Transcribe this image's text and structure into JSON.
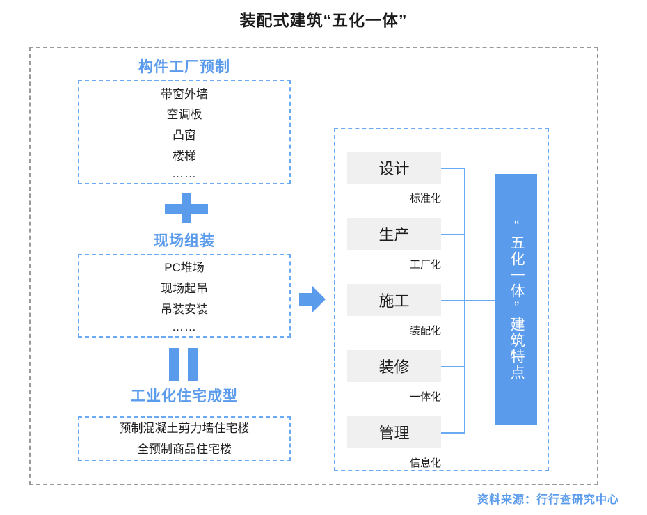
{
  "title": "装配式建筑“五化一体”",
  "left_column": {
    "sections": [
      {
        "heading": "构件工厂预制",
        "items": [
          "带窗外墙",
          "空调板",
          "凸窗",
          "楼梯"
        ],
        "ellipsis": "……"
      },
      {
        "heading": "现场组装",
        "items": [
          "PC堆场",
          "现场起吊",
          "吊装安装"
        ],
        "ellipsis": "……"
      },
      {
        "heading": "工业化住宅成型",
        "items": [
          "预制混凝土剪力墙住宅楼",
          "全预制商品住宅楼"
        ],
        "ellipsis": ""
      }
    ],
    "operators": {
      "plus": "plus-icon",
      "equals": "equals-icon"
    }
  },
  "flow_arrow": "arrow-right-icon",
  "right_panel": {
    "stages": [
      {
        "name": "设计",
        "label": "标准化"
      },
      {
        "name": "生产",
        "label": "工厂化"
      },
      {
        "name": "施工",
        "label": "装配化"
      },
      {
        "name": "装修",
        "label": "一体化"
      },
      {
        "name": "管理",
        "label": "信息化"
      }
    ],
    "feature_bar": "“五化一体”建筑特点"
  },
  "footer": {
    "source": "资料来源：行行查研究中心"
  },
  "colors": {
    "accent_blue": "#5b9bec",
    "dashed_blue": "#6aa9f4",
    "dashed_gray": "#9a9a9a",
    "box_gray": "#f0f0f0"
  }
}
